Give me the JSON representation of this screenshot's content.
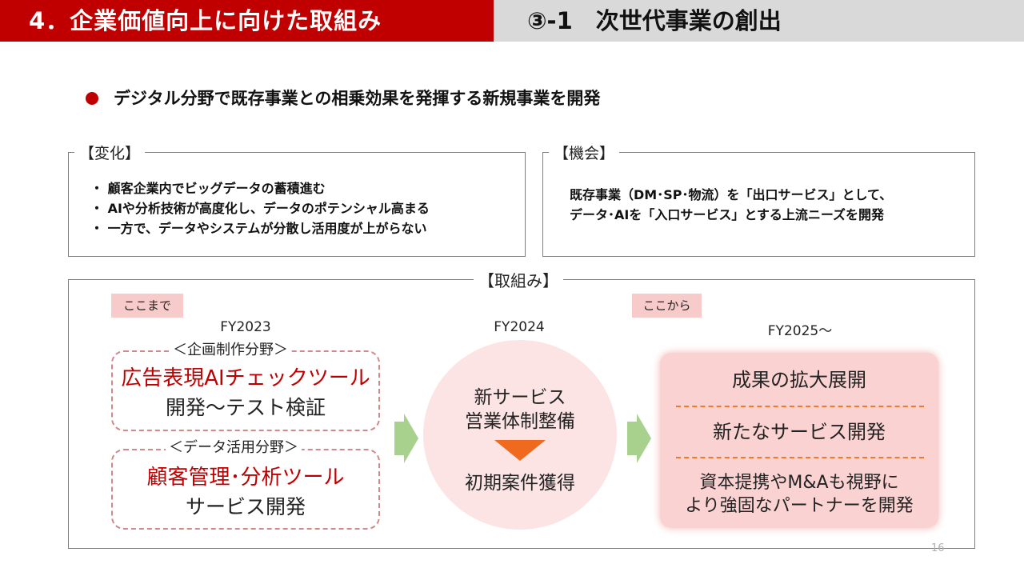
{
  "header": {
    "section_title": "4．企業価値向上に向けた取組み",
    "topic_title": "③-1　次世代事業の創出"
  },
  "headline": "デジタル分野で既存事業との相乗効果を発揮する新規事業を開発",
  "change": {
    "title": "【変化】",
    "items": [
      "・ 顧客企業内でビッグデータの蓄積進む",
      "・ AIや分析技術が高度化し、データのポテンシャル高まる",
      "・ 一方で、データやシステムが分散し活用度が上がらない"
    ]
  },
  "opportunity": {
    "title": "【機会】",
    "lines": [
      "既存事業（DM･SP･物流）を「出口サービス」として、",
      "データ･AIを「入口サービス」とする上流ニーズを開発"
    ]
  },
  "initiatives": {
    "title": "【取組み】",
    "tag_so_far": "ここまで",
    "tag_from_here": "ここから",
    "fy2023": {
      "label": "FY2023",
      "planning_category": "＜企画制作分野＞",
      "planning_tool": "広告表現AIチェックツール",
      "planning_status": "開発～テスト検証",
      "data_category": "＜データ活用分野＞",
      "data_tool": "顧客管理･分析ツール",
      "data_status": "サービス開発"
    },
    "fy2024": {
      "label": "FY2024",
      "line1": "新サービス",
      "line2": "営業体制整備",
      "line3": "初期案件獲得"
    },
    "fy2025": {
      "label": "FY2025～",
      "item1": "成果の拡大展開",
      "item2": "新たなサービス開発",
      "item3_line1": "資本提携やM&Aも視野に",
      "item3_line2": "より強固なパートナーを開発"
    }
  },
  "page_number": "16",
  "colors": {
    "brand_red": "#c00000",
    "header_gray": "#d9d9d9",
    "tag_pink": "#f8cbcb",
    "arrow_green": "#a9d18e",
    "accent_orange": "#ef6a1e"
  }
}
